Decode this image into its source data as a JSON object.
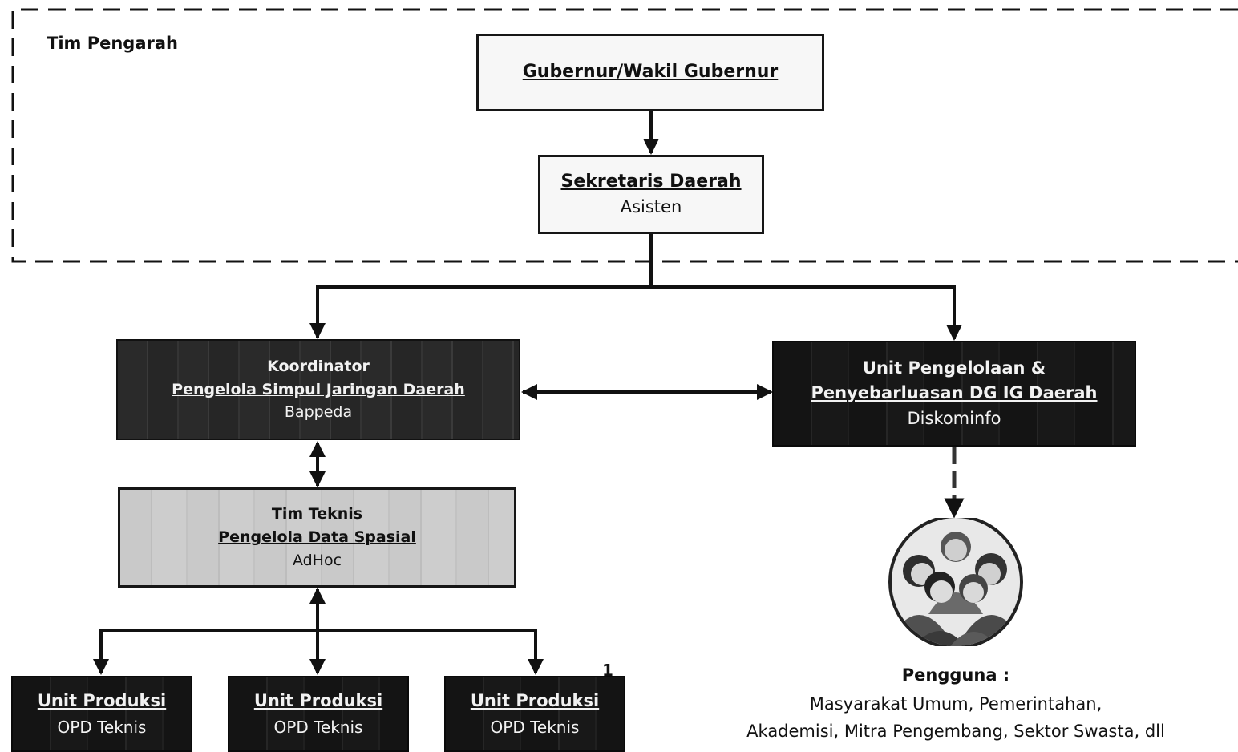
{
  "steering": {
    "label": "Tim Pengarah",
    "governor": {
      "title": "Gubernur/Wakil Gubernur"
    },
    "secretary": {
      "title": "Sekretaris Daerah",
      "subtitle": "Asisten"
    }
  },
  "coordinator": {
    "heading": "Koordinator",
    "title": "Pengelola Simpul Jaringan Daerah",
    "agency": "Bappeda"
  },
  "dissemination_unit": {
    "heading": "Unit Pengelolaan &",
    "title": "Penyebarluasan DG IG Daerah",
    "agency": "Diskominfo"
  },
  "technical_team": {
    "heading": "Tim Teknis",
    "title": "Pengelola Data Spasial",
    "agency": "AdHoc"
  },
  "production_units": [
    {
      "title": "Unit Produksi",
      "agency": "OPD Teknis"
    },
    {
      "title": "Unit Produksi",
      "agency": "OPD Teknis"
    },
    {
      "title": "Unit Produksi",
      "agency": "OPD Teknis"
    }
  ],
  "stray_mark": "1",
  "users": {
    "icon": "users-group-icon",
    "heading": "Pengguna :",
    "line1": "Masyarakat Umum, Pemerintahan,",
    "line2": "Akademisi, Mitra Pengembang, Sektor Swasta, dll"
  },
  "colors": {
    "dark_box": "#2a2a2a",
    "black_box": "#141414",
    "grey_box": "#c9c9c9",
    "light_box": "#f7f7f7",
    "line": "#111111"
  }
}
